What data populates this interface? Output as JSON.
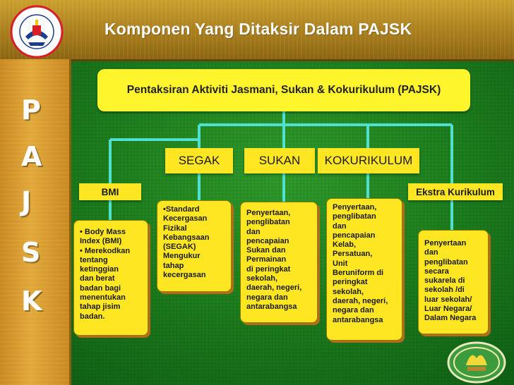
{
  "title": "Komponen Yang Ditaksir  Dalam PAJSK",
  "side_letters": [
    "P",
    "A",
    "J",
    "S",
    "K"
  ],
  "root": "Pentaksiran Aktiviti Jasmani, Sukan & Kokurikulum (PAJSK)",
  "categories": {
    "bmi": "BMI",
    "segak": "SEGAK",
    "sukan": "SUKAN",
    "kokurikulum": "KOKURIKULUM",
    "ekstra": "Ekstra Kurikulum"
  },
  "boxes": {
    "bmi": [
      "• Body Mass",
      "  Index (BMI)",
      "• Merekodkan",
      "  tentang",
      "  ketinggian",
      "  dan berat",
      "  badan bagi",
      "  menentukan",
      "  tahap jisim",
      "  badan."
    ],
    "segak": [
      "•Standard",
      "  Kecergasan",
      "  Fizikal",
      "  Kebangsaan",
      "  (SEGAK)",
      " Mengukur",
      "  tahap",
      "  kecergasan"
    ],
    "sukan": [
      "Penyertaan,",
      "penglibatan",
      "dan",
      "pencapaian",
      "Sukan dan",
      "Permainan",
      "di peringkat",
      "sekolah,",
      "daerah, negeri,",
      "negara dan",
      "antarabangsa"
    ],
    "kokurikulum": [
      "Penyertaan,",
      "penglibatan",
      "dan",
      "pencapaian",
      "Kelab,",
      "Persatuan,",
      "Unit",
      "Beruniform di",
      "peringkat",
      "sekolah,",
      "daerah, negeri,",
      "negara dan",
      "antarabangsa"
    ],
    "ekstra": [
      "Penyertaan",
      "dan",
      "penglibatan",
      "secara",
      "sukarela di",
      "sekolah /di",
      "luar sekolah/",
      "Luar Negara/",
      "Dalam Negara"
    ]
  },
  "colors": {
    "box_fill": "#ffe623",
    "root_fill": "#fff52d",
    "connector": "#4fe0d0",
    "background": "#1d7d1d",
    "top_bar": "#b3861f"
  }
}
